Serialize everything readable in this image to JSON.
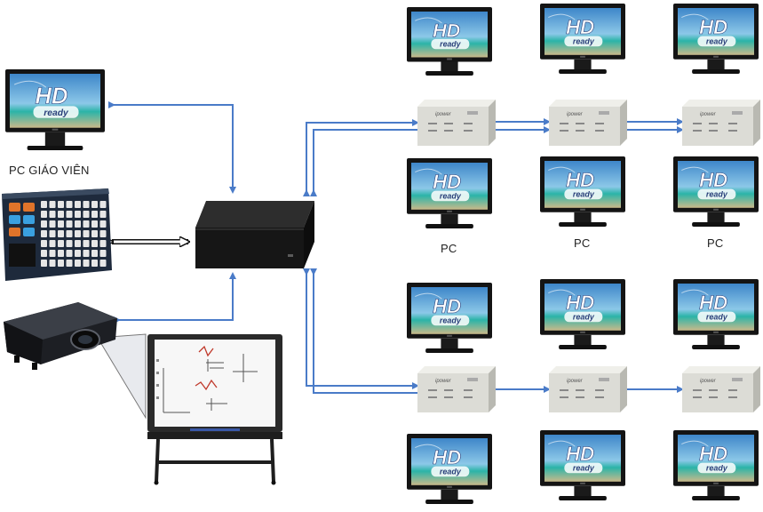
{
  "diagram": {
    "teacher_pc_label": "PC GIÁO VIÊN",
    "pc_labels": [
      "PC",
      "PC",
      "PC"
    ],
    "monitor_badge": {
      "hd": "HD",
      "ready": "ready"
    },
    "splitter_brand": "ipower",
    "colors": {
      "connector": "#4a7bc8",
      "device_body": "#1c1c1c",
      "splitter_body": "#dcdcd6",
      "screen_sky": "#3e86c9",
      "screen_sea": "#2bb4a8"
    }
  }
}
